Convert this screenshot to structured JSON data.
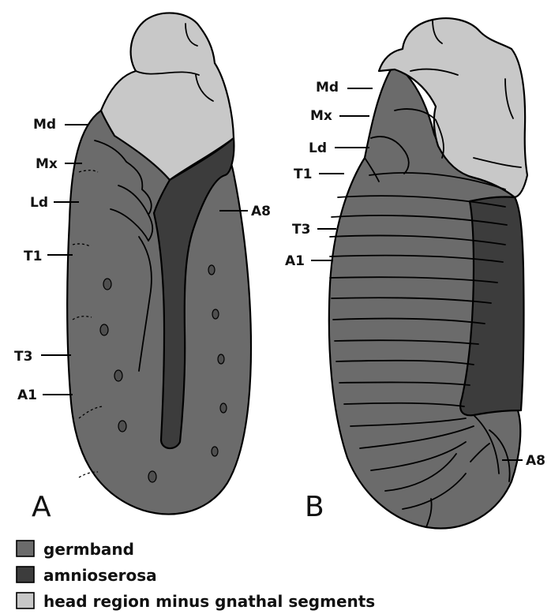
{
  "colors": {
    "germband": "#6b6b6b",
    "amnioserosa": "#3c3c3c",
    "head": "#c8c8c8",
    "spot": "#4f4f4f"
  },
  "panel_a": {
    "panel_label": "A",
    "labels": {
      "md": "Md",
      "mx": "Mx",
      "ld": "Ld",
      "t1": "T1",
      "t3": "T3",
      "a1": "A1",
      "a8": "A8"
    }
  },
  "panel_b": {
    "panel_label": "B",
    "labels": {
      "md": "Md",
      "mx": "Mx",
      "ld": "Ld",
      "t1": "T1",
      "t3": "T3",
      "a1": "A1",
      "a8": "A8"
    }
  },
  "legend": [
    {
      "label": "germband",
      "color": "#6b6b6b"
    },
    {
      "label": "amnioserosa",
      "color": "#3c3c3c"
    },
    {
      "label": "head region minus gnathal segments",
      "color": "#c8c8c8"
    }
  ]
}
